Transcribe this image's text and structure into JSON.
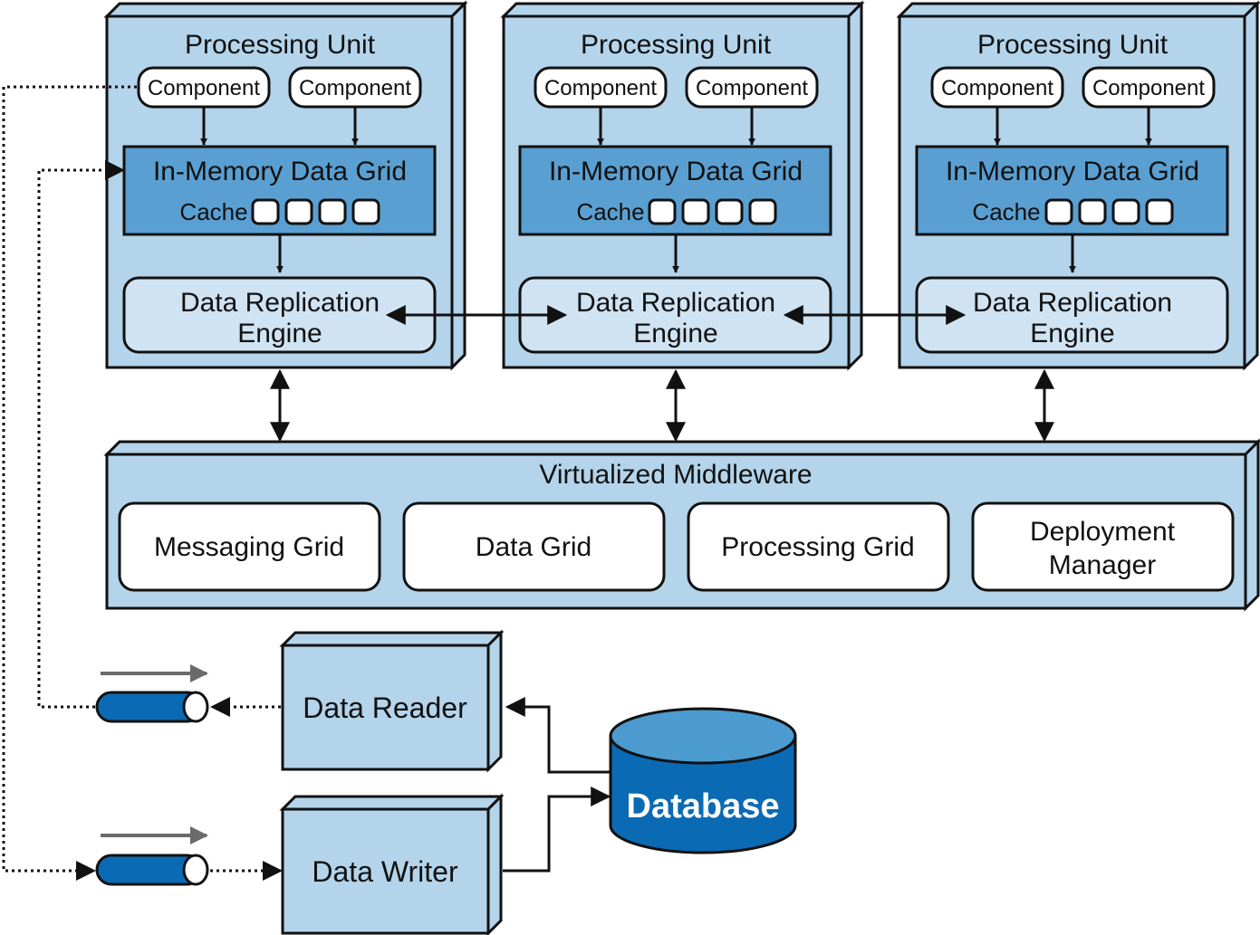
{
  "processing_units": [
    {
      "title": "Processing Unit",
      "components": [
        "Component",
        "Component"
      ],
      "data_grid": {
        "title": "In-Memory Data Grid",
        "cache_label": "Cache"
      },
      "replication": {
        "line1": "Data Replication",
        "line2": "Engine"
      }
    },
    {
      "title": "Processing Unit",
      "components": [
        "Component",
        "Component"
      ],
      "data_grid": {
        "title": "In-Memory Data Grid",
        "cache_label": "Cache"
      },
      "replication": {
        "line1": "Data Replication",
        "line2": "Engine"
      }
    },
    {
      "title": "Processing Unit",
      "components": [
        "Component",
        "Component"
      ],
      "data_grid": {
        "title": "In-Memory Data Grid",
        "cache_label": "Cache"
      },
      "replication": {
        "line1": "Data Replication",
        "line2": "Engine"
      }
    }
  ],
  "middleware": {
    "title": "Virtualized Middleware",
    "items": [
      {
        "line1": "Messaging Grid",
        "line2": ""
      },
      {
        "line1": "Data Grid",
        "line2": ""
      },
      {
        "line1": "Processing Grid",
        "line2": ""
      },
      {
        "line1": "Deployment",
        "line2": "Manager"
      }
    ]
  },
  "data_reader": "Data Reader",
  "data_writer": "Data Writer",
  "database": "Database",
  "colors": {
    "box_fill": "#b3d4ea",
    "grid_fill": "#5a9fd1",
    "replication_fill": "#cfe3f2",
    "database_fill": "#0b6ab4",
    "database_top": "#4b9bd0",
    "stroke": "#111111",
    "flow_arrow": "#6b6b6b"
  }
}
